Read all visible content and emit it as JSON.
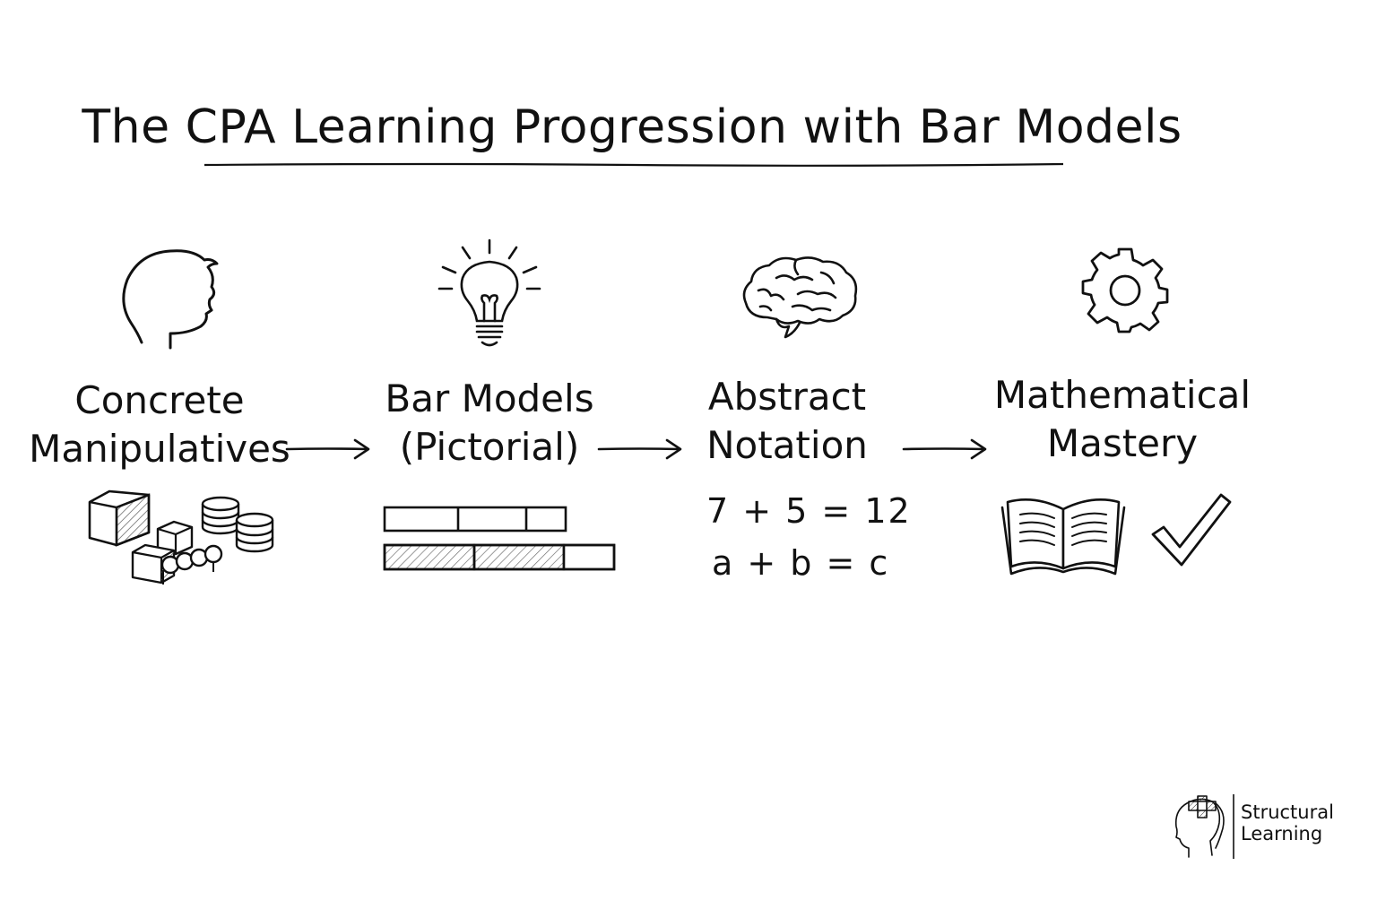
{
  "title": "The CPA Learning Progression with Bar Models",
  "stages": [
    {
      "line1": "Concrete",
      "line2": "Manipulatives",
      "icon": "child-head-icon",
      "illustration": "manipulatives-blocks-coins-icon"
    },
    {
      "line1": "Bar Models",
      "line2": "(Pictorial)",
      "icon": "lightbulb-icon",
      "illustration": "bar-model-diagram"
    },
    {
      "line1": "Abstract",
      "line2": "Notation",
      "icon": "brain-icon",
      "illustration": "equations"
    },
    {
      "line1": "Mathematical",
      "line2": "Mastery",
      "icon": "gear-icon",
      "illustration": "book-and-checkmark-icon"
    }
  ],
  "equations": {
    "numeric": "7 + 5 = 12",
    "algebraic": "a + b = c"
  },
  "logo": {
    "line1": "Structural",
    "line2": "Learning"
  },
  "colors": {
    "ink": "#111111",
    "background": "#ffffff",
    "hatch": "#555555"
  }
}
